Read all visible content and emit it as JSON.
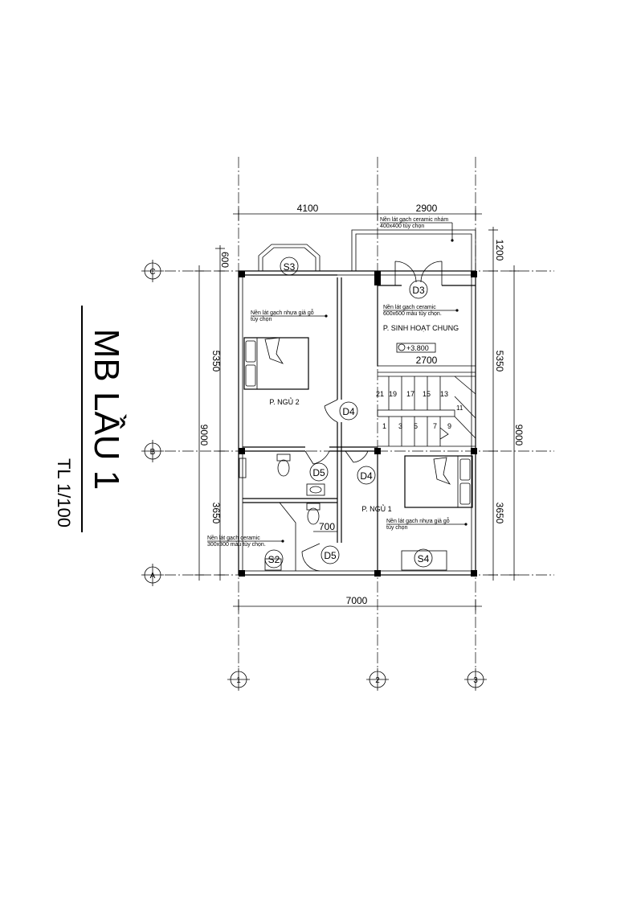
{
  "title": {
    "main": "MB LẦU 1",
    "scale": "TL 1/100"
  },
  "grid": {
    "rows": [
      "C",
      "B",
      "A"
    ],
    "cols": [
      "1",
      "2",
      "3"
    ]
  },
  "dimensions": {
    "top_left": "4100",
    "top_right": "2900",
    "balcony_right": "1200",
    "left_600": "600",
    "left_5350": "5350",
    "left_3650": "3650",
    "left_total": "9000",
    "right_5350": "5350",
    "right_3650": "3650",
    "right_total": "9000",
    "stair_width": "2700",
    "bottom_total": "7000",
    "wc_700": "700"
  },
  "rooms": {
    "living": "P. SINH HOẠT CHUNG",
    "bed2": "P. NGỦ 2",
    "bed1": "P. NGỦ 1"
  },
  "level": "+3.800",
  "notes": {
    "balcony": [
      "Nền lát gạch ceramic nhám",
      "400x400 tùy chọn"
    ],
    "living": [
      "Nền lát gạch ceramic",
      "600x600 màu tùy chọn."
    ],
    "bed2": [
      "Nền lát gạch nhựa giả gỗ",
      "tùy chọn"
    ],
    "wc": [
      "Nền lát gạch ceramic",
      "300x300 màu tùy chọn."
    ],
    "bed1": [
      "Nền lát gạch nhựa giả gỗ",
      "tùy chọn"
    ]
  },
  "doors": {
    "d3": "D3",
    "d4a": "D4",
    "d4b": "D4",
    "d5a": "D5",
    "d5b": "D5"
  },
  "windows": {
    "s3": "S3",
    "s2": "S2",
    "s4": "S4"
  },
  "stairs": {
    "upper": [
      "21",
      "19",
      "17",
      "15",
      "13"
    ],
    "lower": [
      "1",
      "3",
      "5",
      "7",
      "9"
    ],
    "landing": "11"
  }
}
